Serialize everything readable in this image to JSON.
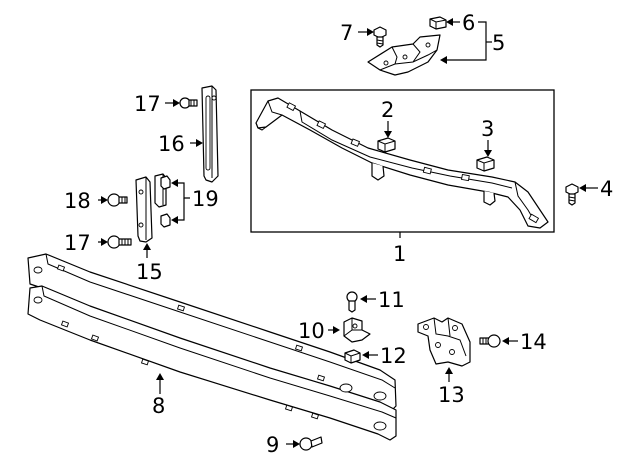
{
  "callouts": {
    "c1": "1",
    "c2": "2",
    "c3": "3",
    "c4": "4",
    "c5": "5",
    "c6": "6",
    "c7": "7",
    "c8": "8",
    "c9": "9",
    "c10": "10",
    "c11": "11",
    "c12": "12",
    "c13": "13",
    "c14": "14",
    "c15": "15",
    "c16": "16",
    "c17a": "17",
    "c17b": "17",
    "c18": "18",
    "c19": "19"
  },
  "icons": {
    "bolt": "bolt-icon",
    "nut": "clip-nut-icon",
    "bracket": "bracket-icon"
  }
}
